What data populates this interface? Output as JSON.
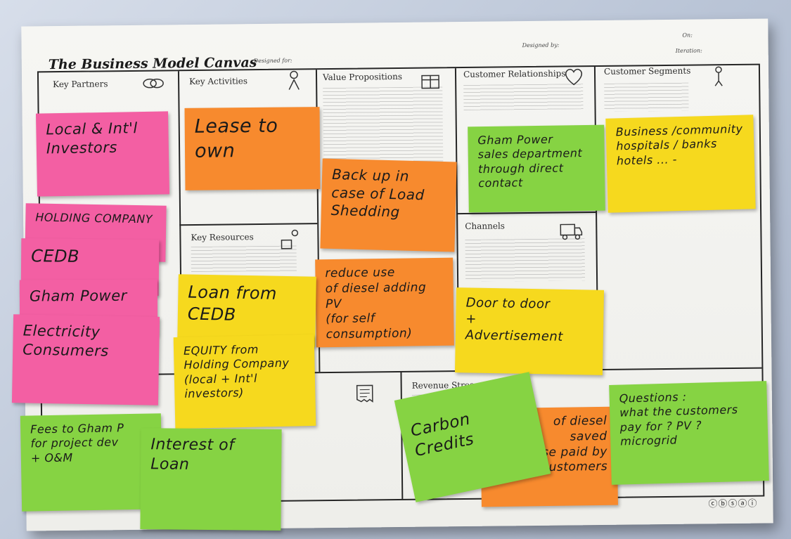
{
  "canvas": {
    "title": "The Business Model Canvas",
    "designed_for": "Designed for:",
    "designed_by": "Designed by:",
    "on": "On:",
    "iteration": "Iteration:",
    "blocks": {
      "key_partners": "Key Partners",
      "key_activities": "Key Activities",
      "value_propositions": "Value Propositions",
      "customer_relationships": "Customer Relationships",
      "customer_segments": "Customer Segments",
      "key_resources": "Key Resources",
      "channels": "Channels",
      "revenue_streams": "Revenue Streams"
    },
    "license_icons": "ⓒⓑⓢⓐⓘ"
  },
  "notes": {
    "local_investors": "Local & Int'l\nInvestors",
    "lease_to_own": "Lease to\nown",
    "back_up": "Back up in\ncase of Load\nShedding",
    "gham_sales": "Gham Power\nsales department\nthrough direct\ncontact",
    "business_segments": "Business /community\nhospitals / banks\nhotels ... -",
    "holding_company": "HOLDING COMPANY",
    "cedb": "CEDB",
    "gham_power": "Gham Power",
    "electricity_consumers": "Electricity\nConsumers",
    "reduce_diesel": "reduce use\nof diesel adding\nPV\n(for self consumption)",
    "door_to_door": "Door to door\n+\nAdvertisement",
    "loan_from": "Loan from\nCEDB",
    "equity": "EQUITY from\nHolding Company\n(local + Int'l investors)",
    "fees": "Fees to Gham P\nfor project dev\n+ O&M",
    "interest": "Interest of\nLoan",
    "carbon": "Carbon\nCredits",
    "diesel_saved": "of diesel\nsaved\nuse paid by\ncustomers",
    "questions": "Questions :\nwhat the customers\npay for ? PV ?\nmicrogrid"
  }
}
